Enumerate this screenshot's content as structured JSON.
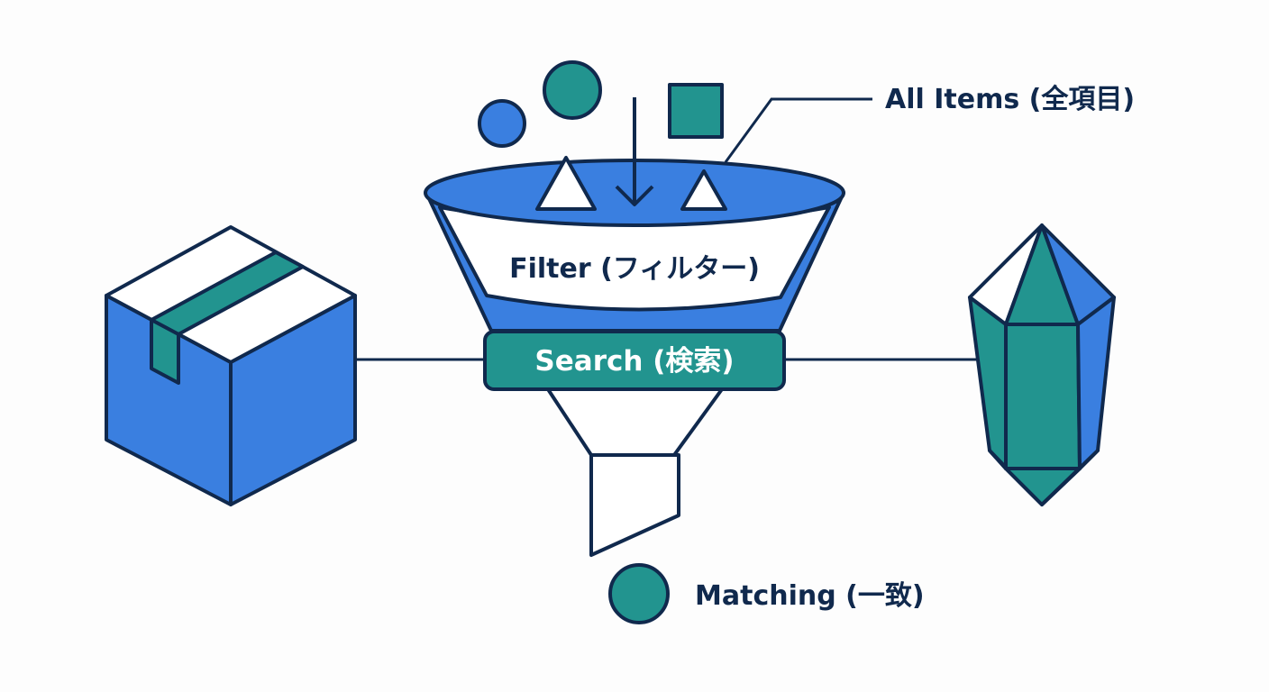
{
  "labels": {
    "all_items": "All Items (全項目)",
    "filter": "Filter (フィルター)",
    "search": "Search (検索)",
    "matching": "Matching (一致)"
  },
  "colors": {
    "outline": "#10294d",
    "blue": "#3a7fe0",
    "teal": "#22948f",
    "white": "#ffffff",
    "background": "#fdfdfd"
  },
  "icons": {
    "source": "cardboard-box-icon",
    "result": "crystal-gem-icon",
    "filter": "funnel-icon"
  }
}
